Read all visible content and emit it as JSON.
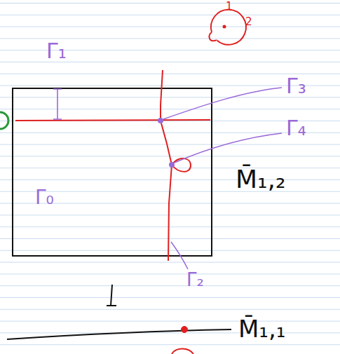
{
  "diagram": {
    "labels": [
      "Γ₁",
      "1",
      "2",
      "Γ₃",
      "Γ₄",
      "Γ₀",
      "M̄₁,₂",
      "Γ₂",
      "M̄₁,₁"
    ]
  }
}
